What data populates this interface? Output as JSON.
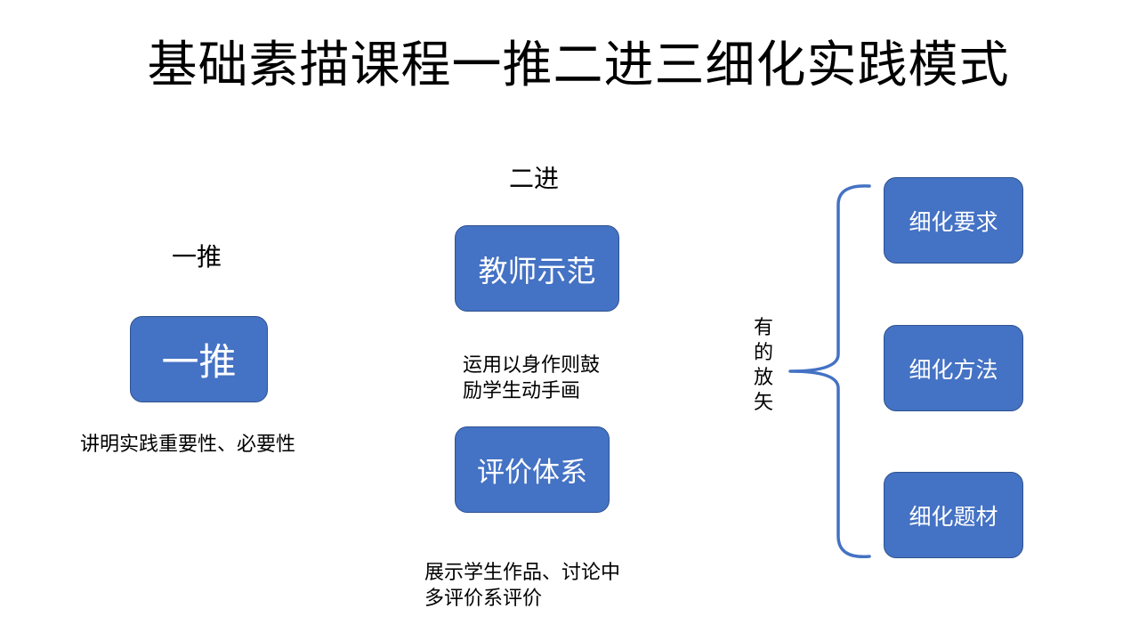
{
  "title": "基础素描课程一推二进三细化实践模式",
  "colors": {
    "box_fill": "#4472c4",
    "box_border": "#2f528f",
    "brace": "#4472c4",
    "box_text": "#ffffff"
  },
  "column1": {
    "heading": "一推",
    "box_label": "一推",
    "description": "讲明实践重要性、必要性"
  },
  "column2": {
    "heading": "二进",
    "box1_label": "教师示范",
    "box1_description": [
      "运用以身作则鼓",
      "励学生动手画"
    ],
    "box2_label": "评价体系",
    "box2_description": [
      "展示学生作品、讨论中",
      "多评价系评价"
    ]
  },
  "column3": {
    "side_label": [
      "有",
      "的",
      "放",
      "矢"
    ],
    "items": [
      "细化要求",
      "细化方法",
      "细化题材"
    ]
  }
}
